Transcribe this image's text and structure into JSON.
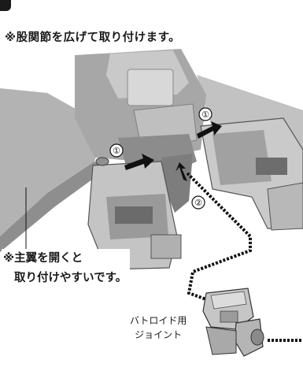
{
  "heading": "※股関節を広げて取り付けます。",
  "steps": [
    {
      "label": "①"
    },
    {
      "label": "①"
    },
    {
      "label": "②"
    }
  ],
  "note": {
    "line1": "※主翼を開くと",
    "line2": "取り付けやすいです。"
  },
  "joint_label": {
    "line1": "バトロイド用",
    "line2": "ジョイント"
  },
  "colors": {
    "ink": "#1a1a1a",
    "body_gray": "#a8a8a8",
    "wing_gray": "#b9b9b9",
    "shadow_gray": "#5a5a5a",
    "light_gray": "#d6d6d6"
  }
}
